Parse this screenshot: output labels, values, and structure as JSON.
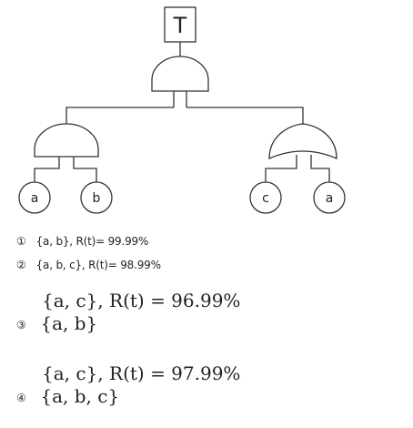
{
  "tree": {
    "top_event": "T",
    "basic_events": [
      "a",
      "b",
      "c",
      "a"
    ]
  },
  "options": [
    {
      "marker": "①",
      "text": "{a,  b},  R(t)= 99.99%"
    },
    {
      "marker": "②",
      "text": "{a,  b,  c},  R(t)= 98.99%"
    },
    {
      "marker": "③",
      "line1": "{a, c}, R(t) = 96.99%",
      "line2": "{a, b}"
    },
    {
      "marker": "④",
      "line1": "{a, c}, R(t) = 97.99%",
      "line2": "{a, b, c}"
    }
  ]
}
